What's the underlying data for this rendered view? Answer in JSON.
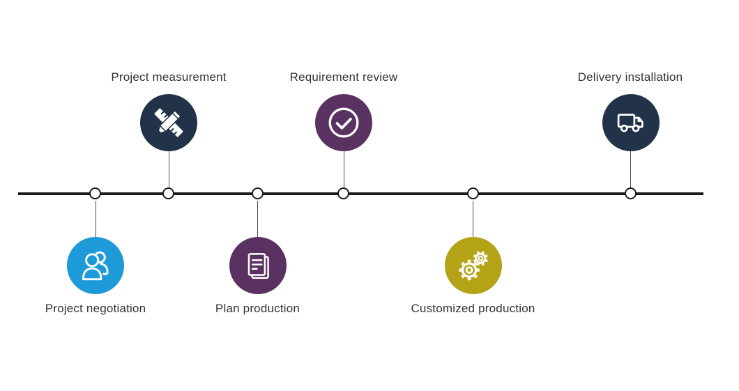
{
  "page": {
    "background": "#ffffff"
  },
  "timeline": {
    "line_color": "#1a1a1a",
    "node_fill": "#ffffff",
    "node_border_color": "#1a1a1a",
    "connector_color": "#4d4d4d",
    "label_color": "#333333",
    "icon_color": "#ffffff",
    "steps": [
      {
        "label": "Project negotiation",
        "side": "below",
        "color": "#1d9ad7",
        "icon": "people-icon"
      },
      {
        "label": "Project measurement",
        "side": "above",
        "color": "#223349",
        "icon": "ruler-pencil-icon"
      },
      {
        "label": "Plan production",
        "side": "below",
        "color": "#5a3262",
        "icon": "documents-icon"
      },
      {
        "label": "Requirement review",
        "side": "above",
        "color": "#5a3262",
        "icon": "check-circle-icon"
      },
      {
        "label": "Customized production",
        "side": "below",
        "color": "#b5a317",
        "icon": "gears-icon"
      },
      {
        "label": "Delivery installation",
        "side": "above",
        "color": "#223349",
        "icon": "truck-icon"
      }
    ]
  }
}
